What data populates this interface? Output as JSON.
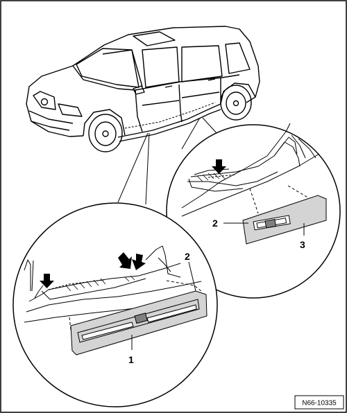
{
  "callouts": {
    "detail_left": {
      "label_sill_panel": "1",
      "label_end_piece": "2"
    },
    "detail_right": {
      "label_end_piece": "2",
      "label_cover": "3"
    }
  },
  "figure_ref": "N66-10335",
  "colors": {
    "panel_fill": "#d4d4d4",
    "ink": "#000000",
    "page": "#ffffff"
  }
}
